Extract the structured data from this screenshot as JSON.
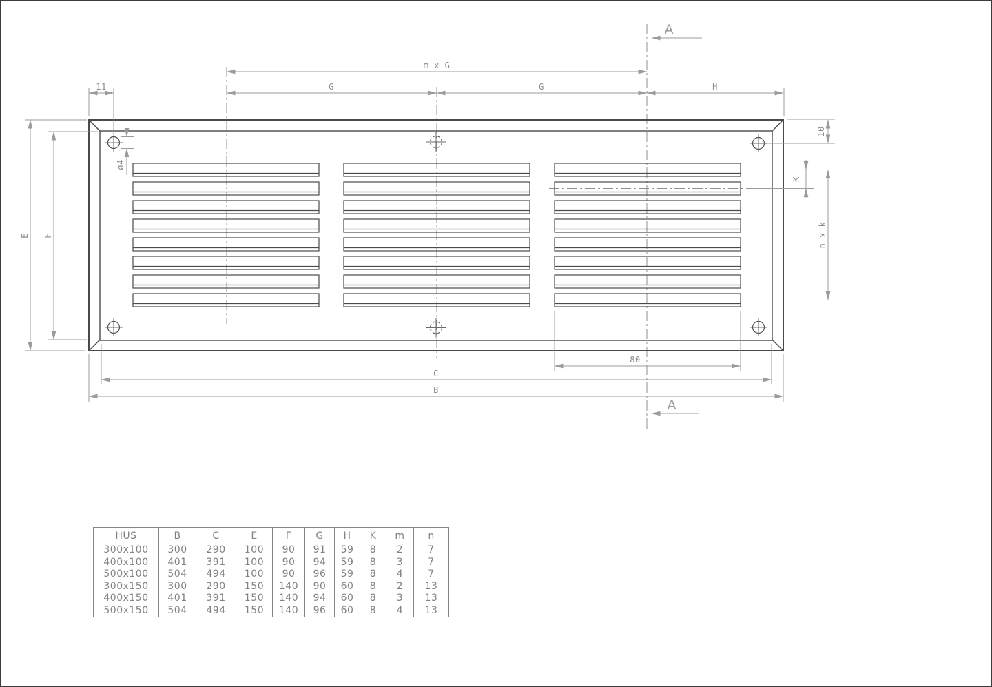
{
  "window": {
    "background": "#ffffff",
    "frame_color": "#3c3c3c"
  },
  "drawing": {
    "type": "technical-drawing",
    "subject": "louvered ventilation grille, front view with section A-A marks",
    "labels": {
      "m_x_g": "m x G",
      "g_left": "G",
      "g_right": "G",
      "h": "H",
      "offset_11": "11",
      "hole_dia": "ø4",
      "offset_10": "10",
      "k": "K",
      "n_x_k": "n x k",
      "e": "E",
      "f": "F",
      "louver_80": "80",
      "c": "C",
      "b": "B",
      "section_a_top": "A",
      "section_a_bottom": "A"
    },
    "colors": {
      "outline": "#4a4a4a",
      "dimension_lines": "#9b9b9b",
      "centerlines": "#8f8f8f",
      "label_text": "#8c8c8c"
    }
  },
  "table": {
    "headers": [
      "HUS",
      "B",
      "C",
      "E",
      "F",
      "G",
      "H",
      "K",
      "m",
      "n"
    ],
    "rows": [
      [
        "300x100",
        "300",
        "290",
        "100",
        "90",
        "91",
        "59",
        "8",
        "2",
        "7"
      ],
      [
        "400x100",
        "401",
        "391",
        "100",
        "90",
        "94",
        "59",
        "8",
        "3",
        "7"
      ],
      [
        "500x100",
        "504",
        "494",
        "100",
        "90",
        "96",
        "59",
        "8",
        "4",
        "7"
      ],
      [
        "300x150",
        "300",
        "290",
        "150",
        "140",
        "90",
        "60",
        "8",
        "2",
        "13"
      ],
      [
        "400x150",
        "401",
        "391",
        "150",
        "140",
        "94",
        "60",
        "8",
        "3",
        "13"
      ],
      [
        "500x150",
        "504",
        "494",
        "150",
        "140",
        "96",
        "60",
        "8",
        "4",
        "13"
      ]
    ]
  }
}
